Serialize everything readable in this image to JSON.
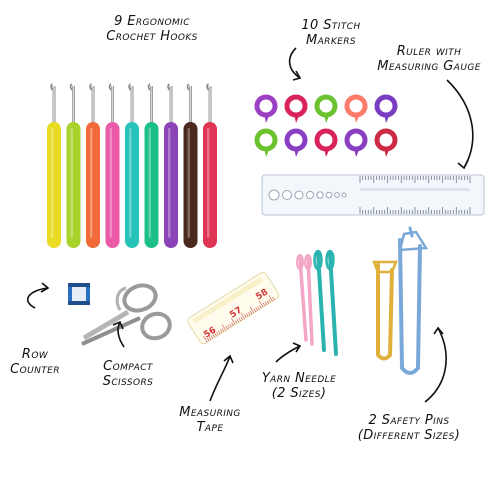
{
  "labels": {
    "hooks": [
      "9 Ergonomic",
      "Crochet Hooks"
    ],
    "markers": [
      "10 Stitch",
      "Markers"
    ],
    "ruler": [
      "Ruler with",
      "Measuring Gauge"
    ],
    "counter": [
      "Row",
      "Counter"
    ],
    "scissors": [
      "Compact",
      "Scissors"
    ],
    "tape": [
      "Measuring",
      "Tape"
    ],
    "needle": [
      "Yarn Needle",
      "(2 Sizes)"
    ],
    "pins": [
      "2 Safety Pins",
      "(Different Sizes)"
    ]
  },
  "tape_numbers": [
    "56",
    "57",
    "58"
  ],
  "colors": {
    "hooks": [
      "#e9dc23",
      "#a8d22c",
      "#f06a3a",
      "#ea5aa8",
      "#27c2b8",
      "#1cbf8a",
      "#8a44b6",
      "#4a2a1e",
      "#e03455"
    ],
    "markers_row1": [
      "#9b3fc3",
      "#d8245a",
      "#6cc12f",
      "#ff7a6a",
      "#7a3cc0"
    ],
    "markers_row2": [
      "#6cc12f",
      "#8a3ec2",
      "#d8245a",
      "#8a3ec2",
      "#cc2a45"
    ],
    "needles": [
      "#f4a6c6",
      "#2bb3b0"
    ],
    "pins": [
      "#e0b03a",
      "#7aa8d8"
    ]
  }
}
